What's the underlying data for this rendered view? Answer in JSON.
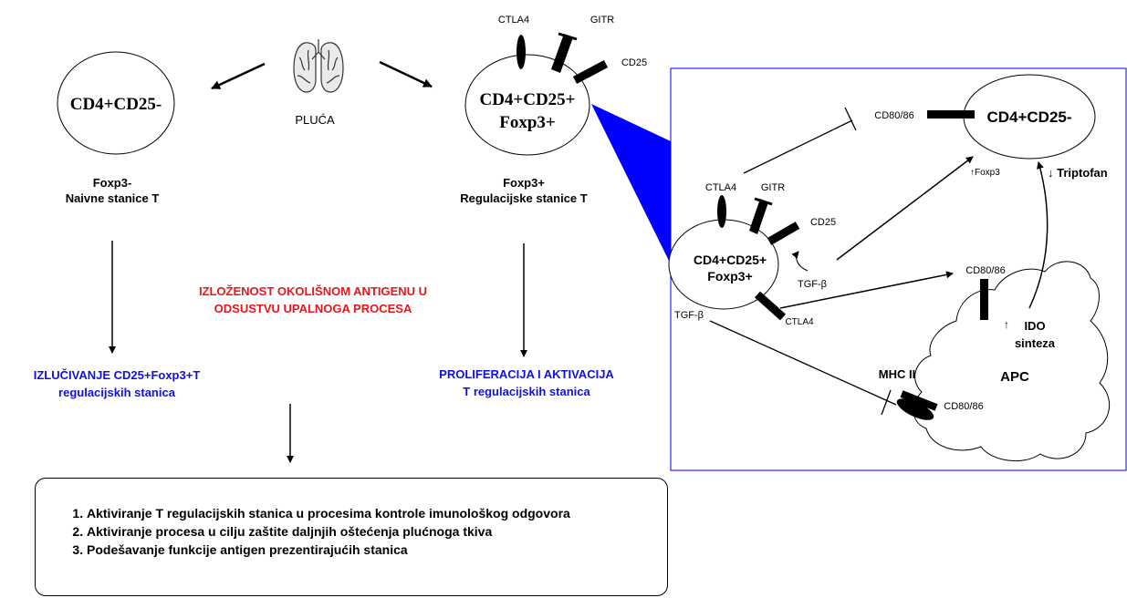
{
  "left": {
    "naive_cell": "CD4+CD25-",
    "lung_label": "PLUĆA",
    "naive_caption_1": "Foxp3-",
    "naive_caption_2": "Naivne stanice T",
    "secretion_1": "IZLUČIVANJE CD25+Foxp3+T",
    "secretion_2": "regulacijskih stanica"
  },
  "center": {
    "treg_cell_1": "CD4+CD25+",
    "treg_cell_2": "Foxp3+",
    "ctla4": "CTLA4",
    "gitr": "GITR",
    "cd25": "CD25",
    "treg_caption_1": "Foxp3+",
    "treg_caption_2": "Regulacijske stanice T",
    "exposure_1": "IZLOŽENOST OKOLIŠNOM ANTIGENU U",
    "exposure_2": "ODSUSTVU UPALNOGA PROCESA",
    "prolif_1": "PROLIFERACIJA I AKTIVACIJA",
    "prolif_2": "T regulacijskih stanica"
  },
  "inset": {
    "target_cell": "CD4+CD25-",
    "cd80_top": "CD80/86",
    "foxp3_up": "Foxp3",
    "triptofan": "Triptofan",
    "ctla4": "CTLA4",
    "gitr": "GITR",
    "cd25": "CD25",
    "treg_1": "CD4+CD25+",
    "treg_2": "Foxp3+",
    "tgf_inner": "TGF-β",
    "tgf_outer": "TGF-β",
    "ctla4_bottom": "CTLA4",
    "cd80_mid": "CD80/86",
    "ido_1": "IDO",
    "ido_2": "sinteza",
    "apc": "APC",
    "mhc": "MHC II",
    "cd80_bottom": "CD80/86"
  },
  "summary": {
    "items": [
      "Aktiviranje T regulacijskih stanica u procesima kontrole imunološkog odgovora",
      "Aktiviranje procesa u cilju zaštite daljnjih oštećenja plućnoga tkiva",
      "Podešavanje funkcije antigen prezentirajućih stanica"
    ]
  },
  "colors": {
    "accent_blue": "#1010e0",
    "accent_red": "#e8161b",
    "connector_blue": "#0000ff"
  },
  "icons": [
    "lungs-icon"
  ]
}
